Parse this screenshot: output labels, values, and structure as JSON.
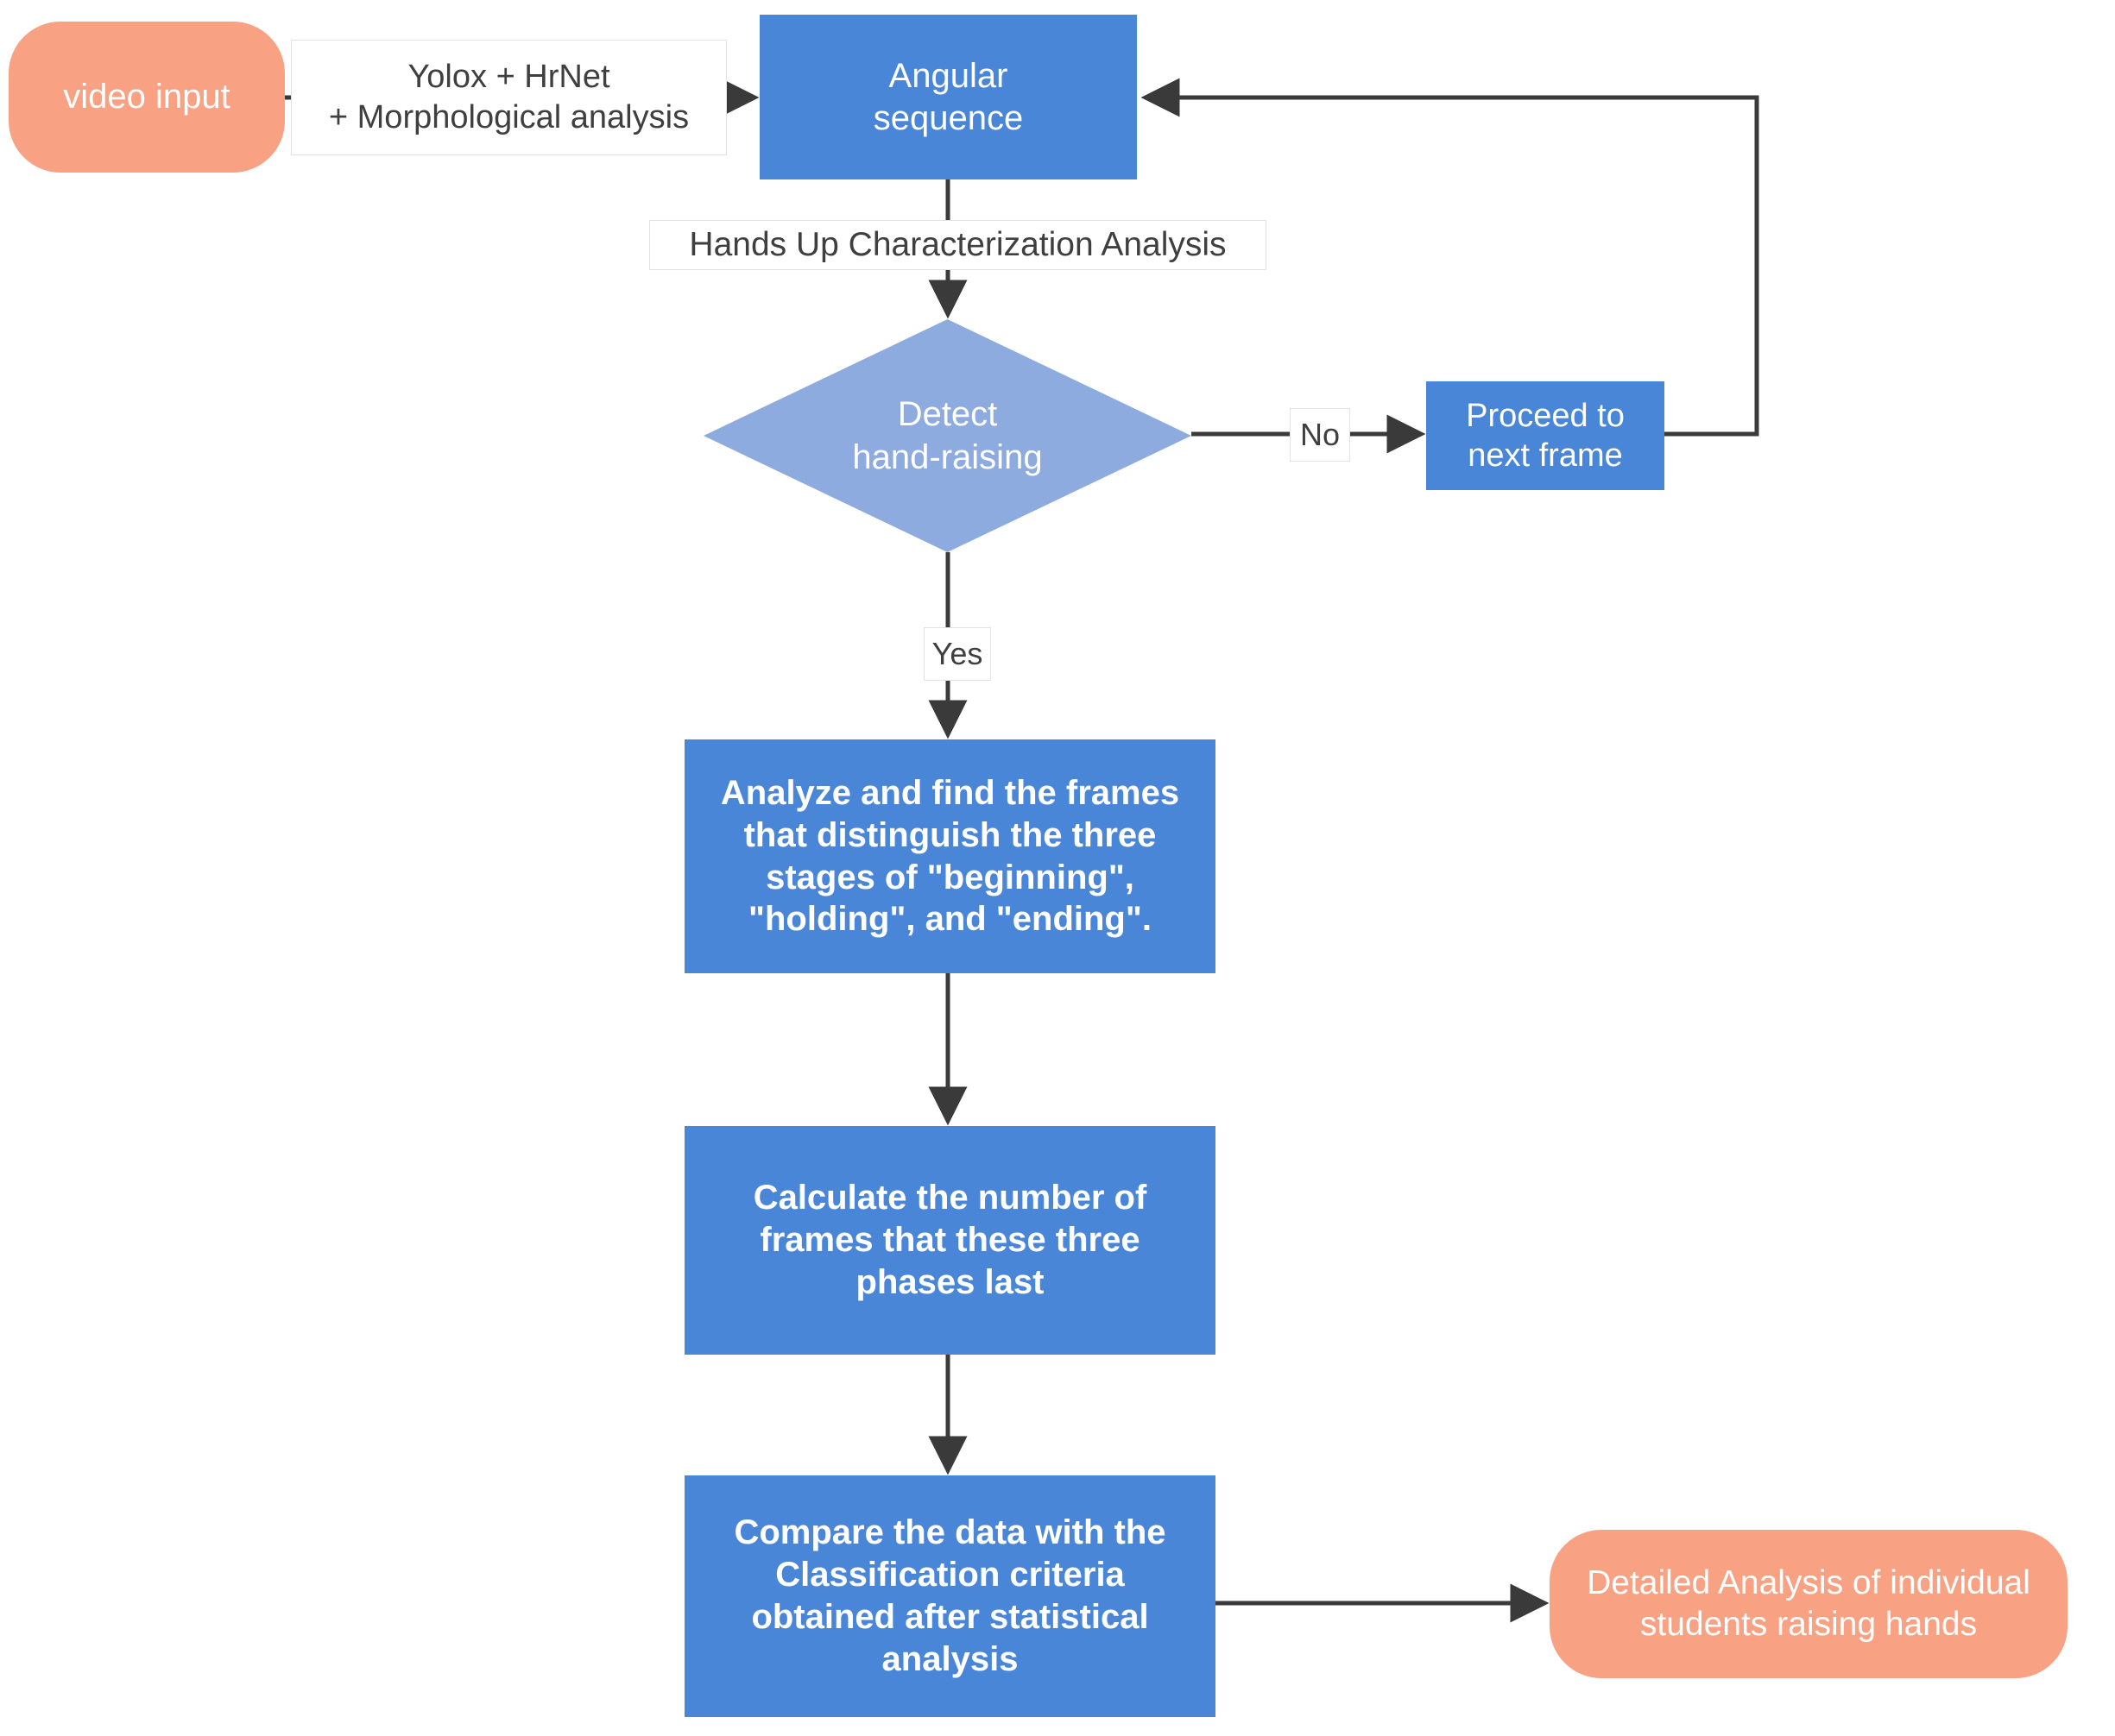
{
  "diagram": {
    "title": "Hand-raising detection and characterization flowchart",
    "colors": {
      "terminal_fill": "#f8a183",
      "process_fill": "#4a86d8",
      "decision_fill": "#8eabdf",
      "edge_stroke": "#3a3a3a",
      "node_text": "#ffffff",
      "label_text": "#3f3f3f",
      "background": "#ffffff"
    },
    "nodes": {
      "video_input": {
        "label": "video input",
        "shape": "terminal"
      },
      "angular_sequence": {
        "label": "Angular\nsequence",
        "shape": "process"
      },
      "detect_hand_raising": {
        "label": "Detect\nhand-raising",
        "shape": "decision"
      },
      "proceed_next_frame": {
        "label": "Proceed to\nnext frame",
        "shape": "process"
      },
      "analyze_frames": {
        "label": "Analyze and find the frames that distinguish the three stages of \"beginning\", \"holding\", and \"ending\".",
        "shape": "process"
      },
      "calculate_frames": {
        "label": "Calculate the number of frames that these three phases last",
        "shape": "process"
      },
      "compare_data": {
        "label": "Compare the data with the Classification criteria obtained after statistical analysis",
        "shape": "process"
      },
      "detailed_analysis": {
        "label": "Detailed Analysis of individual students raising hands",
        "shape": "terminal"
      }
    },
    "edge_labels": {
      "preprocessing": "Yolox + HrNet\n+ Morphological analysis",
      "characterization": "Hands Up Characterization Analysis",
      "no": "No",
      "yes": "Yes"
    }
  }
}
